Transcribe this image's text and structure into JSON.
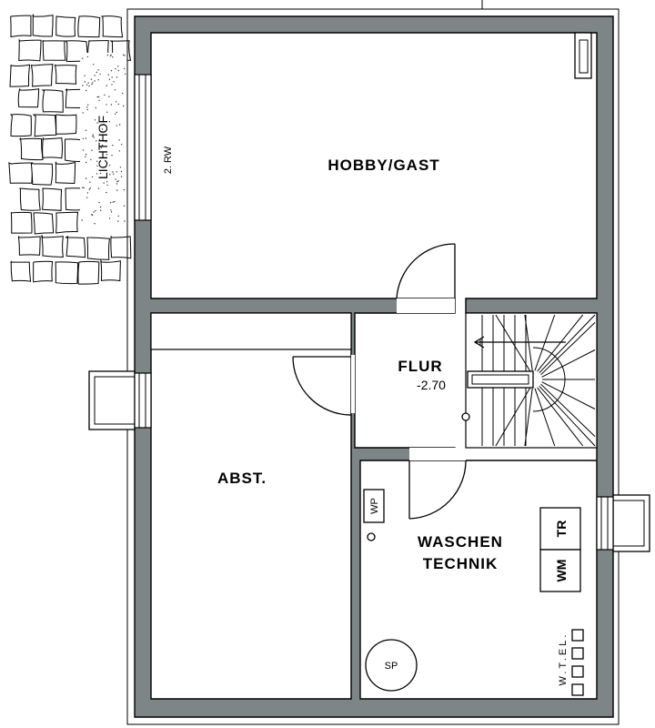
{
  "rooms": {
    "hobby": "HOBBY/GAST",
    "flur": "FLUR",
    "flur_level": "-2.70",
    "abst": "ABST.",
    "waschen": "WASCHEN",
    "technik": "TECHNIK"
  },
  "labels": {
    "lichthof": "LICHTHOF",
    "window_rw": "2. RW",
    "wp": "WP",
    "tr": "TR",
    "wm": "WM",
    "sp": "SP",
    "wtel": "W.T.EL."
  },
  "colors": {
    "wall": "#7e8587",
    "line": "#000000",
    "background": "#ffffff"
  }
}
